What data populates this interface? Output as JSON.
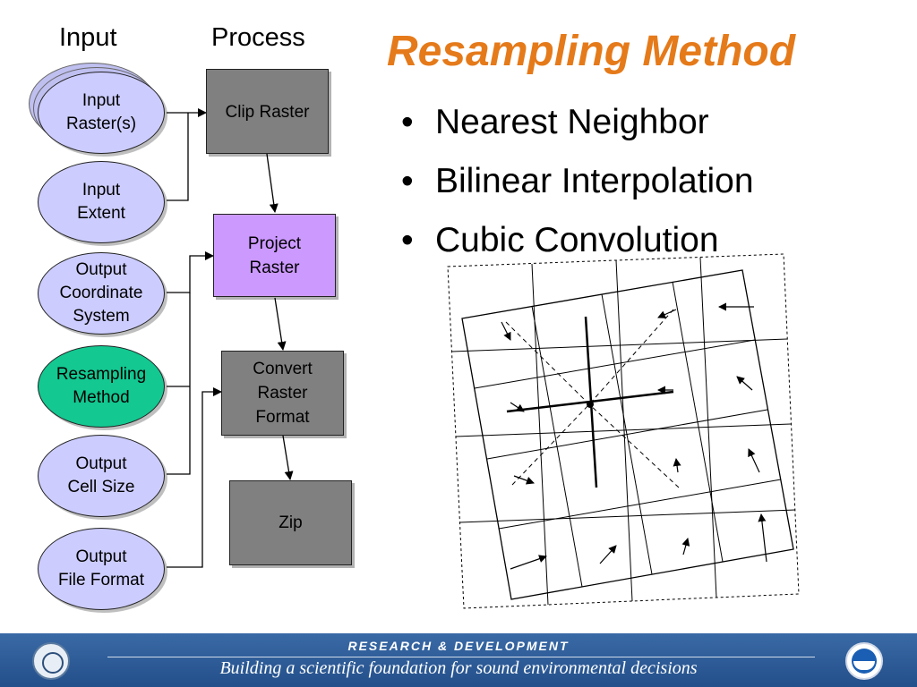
{
  "headers": {
    "input": "Input",
    "process": "Process"
  },
  "title": "Resampling Method",
  "bullets": [
    {
      "bullet": "•",
      "text": "Nearest Neighbor"
    },
    {
      "bullet": "•",
      "text": "Bilinear Interpolation"
    },
    {
      "bullet": "•",
      "text": "Cubic Convolution"
    }
  ],
  "inputs": [
    {
      "label": "Input\nRaster(s)"
    },
    {
      "label": "Input\nExtent"
    },
    {
      "label": "Output\nCoordinate\nSystem"
    },
    {
      "label": "Resampling\nMethod"
    },
    {
      "label": "Output\nCell Size"
    },
    {
      "label": "Output\nFile Format"
    }
  ],
  "processes": [
    {
      "label": "Clip Raster"
    },
    {
      "label": "Project\nRaster"
    },
    {
      "label": "Convert\nRaster\nFormat"
    },
    {
      "label": "Zip"
    }
  ],
  "footer": {
    "line1": "RESEARCH & DEVELOPMENT",
    "line2": "Building a scientific foundation for sound environmental decisions"
  },
  "colors": {
    "title": "#e57a1a",
    "input_ellipse": "#ccccff",
    "highlight_ellipse": "#13c891",
    "process_grey": "#808080",
    "process_purple": "#cc99ff",
    "footer_band": "#2d5a96"
  },
  "icons": [
    "epa-seal-icon",
    "noaa-logo-icon"
  ]
}
